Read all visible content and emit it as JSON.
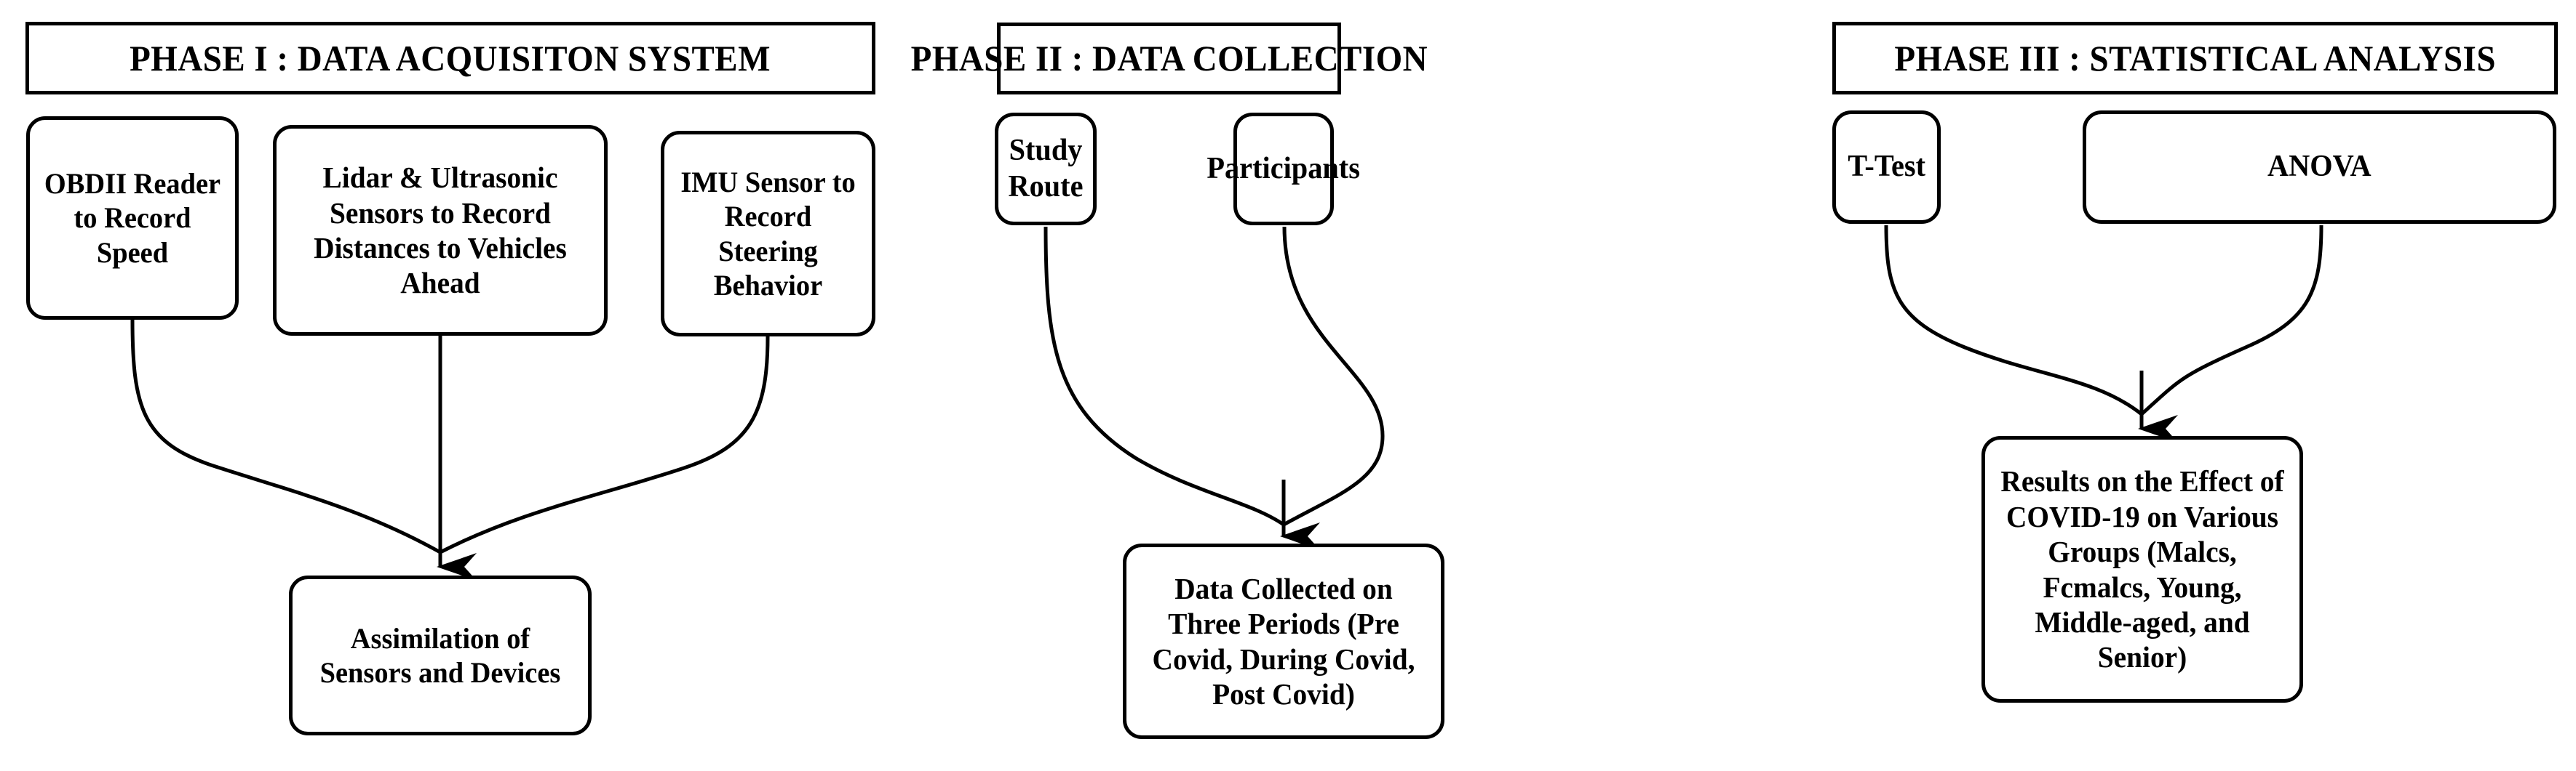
{
  "diagram": {
    "title": "Three-phase research methodology flowchart",
    "background_color": "#FFFFFF",
    "line_color": "#000000",
    "phases": [
      {
        "id": "phase-1",
        "header": "PHASE I : DATA ACQUISITON SYSTEM",
        "nodes": [
          {
            "id": "obdii",
            "label": "OBDII Reader to Record Speed"
          },
          {
            "id": "lidar",
            "label": "Lidar & Ultrasonic Sensors to Record Distances to Vehicles Ahead"
          },
          {
            "id": "imu",
            "label": "IMU Sensor to Record Steering Behavior"
          },
          {
            "id": "assimilation",
            "label": "Assimilation of Sensors and Devices"
          }
        ],
        "edges": [
          {
            "from": "obdii",
            "to": "assimilation",
            "arrow": true
          },
          {
            "from": "lidar",
            "to": "assimilation",
            "arrow": true
          },
          {
            "from": "imu",
            "to": "assimilation",
            "arrow": true
          }
        ]
      },
      {
        "id": "phase-2",
        "header": "PHASE II : DATA COLLECTION",
        "nodes": [
          {
            "id": "study-route",
            "label": "Study Route"
          },
          {
            "id": "participants",
            "label": "Participants"
          },
          {
            "id": "data-collected",
            "label": "Data Collected on Three Periods (Pre Covid, During Covid, Post Covid)"
          }
        ],
        "edges": [
          {
            "from": "study-route",
            "to": "data-collected",
            "arrow": true
          },
          {
            "from": "participants",
            "to": "data-collected",
            "arrow": true
          }
        ]
      },
      {
        "id": "phase-3",
        "header": "PHASE III : STATISTICAL ANALYSIS",
        "nodes": [
          {
            "id": "t-test",
            "label": "T-Test"
          },
          {
            "id": "anova",
            "label": "ANOVA"
          },
          {
            "id": "results",
            "label": "Results on the Effect of COVID-19 on Various Groups (Malcs, Fcmalcs, Young, Middle-aged, and Senior)"
          }
        ],
        "edges": [
          {
            "from": "t-test",
            "to": "results",
            "arrow": true
          },
          {
            "from": "anova",
            "to": "results",
            "arrow": true
          }
        ]
      }
    ]
  }
}
